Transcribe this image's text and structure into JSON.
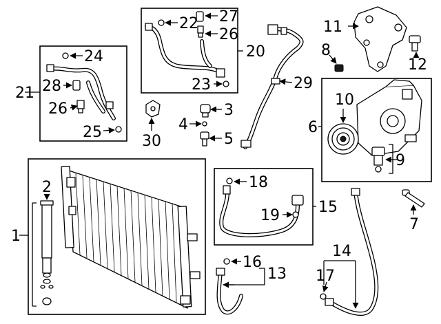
{
  "diagram": {
    "callouts": {
      "c1": "1",
      "c2": "2",
      "c3": "3",
      "c4": "4",
      "c5": "5",
      "c6": "6",
      "c7": "7",
      "c8": "8",
      "c9": "9",
      "c10": "10",
      "c11": "11",
      "c12": "12",
      "c13": "13",
      "c14": "14",
      "c15": "15",
      "c16": "16",
      "c17": "17",
      "c18": "18",
      "c19": "19",
      "c20": "20",
      "c21": "21",
      "c22": "22",
      "c23": "23",
      "c24": "24",
      "c25": "25",
      "c26a": "26",
      "c26b": "26",
      "c27": "27",
      "c28": "28",
      "c29": "29",
      "c30": "30"
    }
  }
}
